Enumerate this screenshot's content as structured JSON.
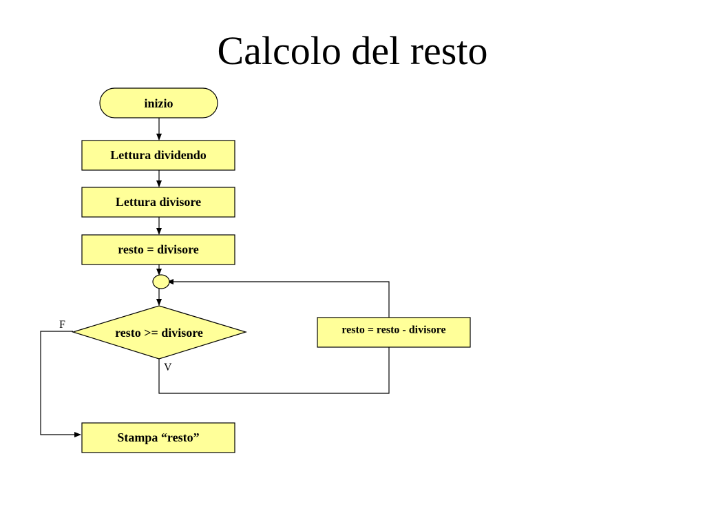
{
  "title": "Calcolo del resto",
  "colors": {
    "node_fill": "#FFFF99",
    "stroke": "#000000",
    "background": "#FFFFFF"
  },
  "nodes": {
    "start": "inizio",
    "read_dividend": "Lettura dividendo",
    "read_divisor": "Lettura divisore",
    "init_remainder": "resto = divisore",
    "condition": "resto >= divisore",
    "subtract": "resto = resto - divisore",
    "print": "Stampa “resto”"
  },
  "branches": {
    "false": "F",
    "true": "V"
  }
}
